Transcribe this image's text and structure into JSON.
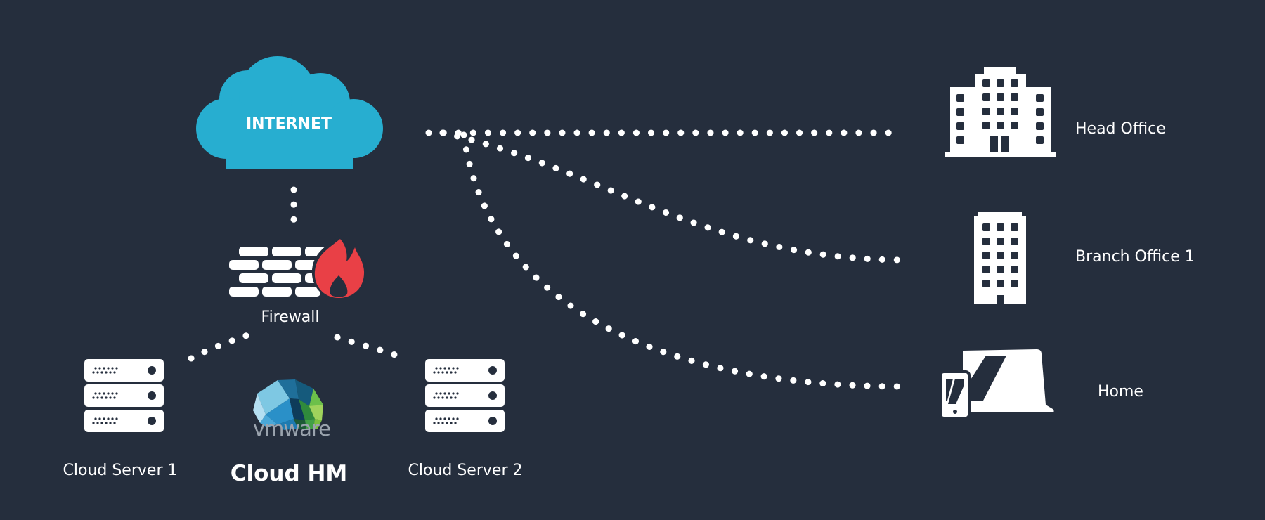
{
  "colors": {
    "background": "#252e3d",
    "cloud": "#27aed0",
    "flame": "#e94046",
    "foreground": "#ffffff",
    "vmware_gray": "#9aa3ad"
  },
  "nodes": {
    "internet": {
      "label": "INTERNET",
      "icon": "cloud-icon"
    },
    "firewall": {
      "label": "Firewall",
      "icon": "firewall-icon"
    },
    "cloud_server_1": {
      "label": "Cloud Server 1",
      "icon": "server-icon"
    },
    "cloud_hm": {
      "label": "Cloud HM",
      "icon": "vmware-logo"
    },
    "cloud_server_2": {
      "label": "Cloud Server 2",
      "icon": "server-icon"
    },
    "head_office": {
      "label": "Head Office",
      "icon": "office-building-icon"
    },
    "branch_office_1": {
      "label": "Branch Office 1",
      "icon": "branch-building-icon"
    },
    "home": {
      "label": "Home",
      "icon": "devices-icon"
    }
  },
  "logo": {
    "vmware": "vmware"
  },
  "connections": [
    {
      "from": "internet",
      "to": "head_office",
      "style": "dotted"
    },
    {
      "from": "internet",
      "to": "branch_office_1",
      "style": "dotted"
    },
    {
      "from": "internet",
      "to": "home",
      "style": "dotted"
    },
    {
      "from": "internet",
      "to": "firewall",
      "style": "dotted"
    },
    {
      "from": "firewall",
      "to": "cloud_server_1",
      "style": "dotted"
    },
    {
      "from": "firewall",
      "to": "cloud_server_2",
      "style": "dotted"
    }
  ]
}
